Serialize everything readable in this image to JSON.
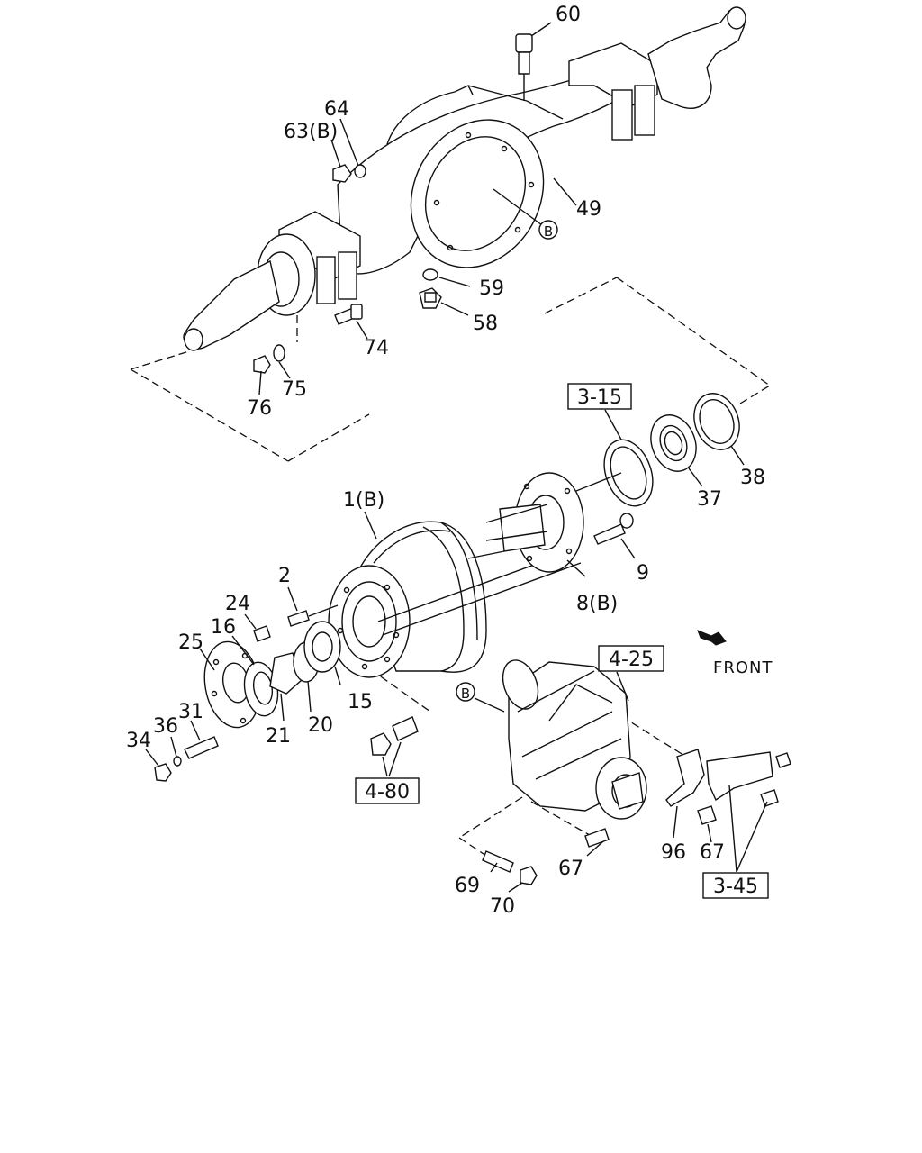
{
  "labels": {
    "l60": "60",
    "l64": "64",
    "l63": "63(B)",
    "l49": "49",
    "l59": "59",
    "l58": "58",
    "l74": "74",
    "l75": "75",
    "l76": "76",
    "l38": "38",
    "l37": "37",
    "l1": "1(B)",
    "l9": "9",
    "l8": "8(B)",
    "l2": "2",
    "l24": "24",
    "l16": "16",
    "l25": "25",
    "l31": "31",
    "l36": "36",
    "l34": "34",
    "l21": "21",
    "l20": "20",
    "l15": "15",
    "l96": "96",
    "l67a": "67",
    "l67b": "67",
    "l69": "69",
    "l70": "70"
  },
  "refs": {
    "r315": "3-15",
    "r425": "4-25",
    "r480": "4-80",
    "r345": "3-45"
  },
  "circled": {
    "cB1": "B",
    "cB2": "B"
  },
  "front_label": "FRONT"
}
